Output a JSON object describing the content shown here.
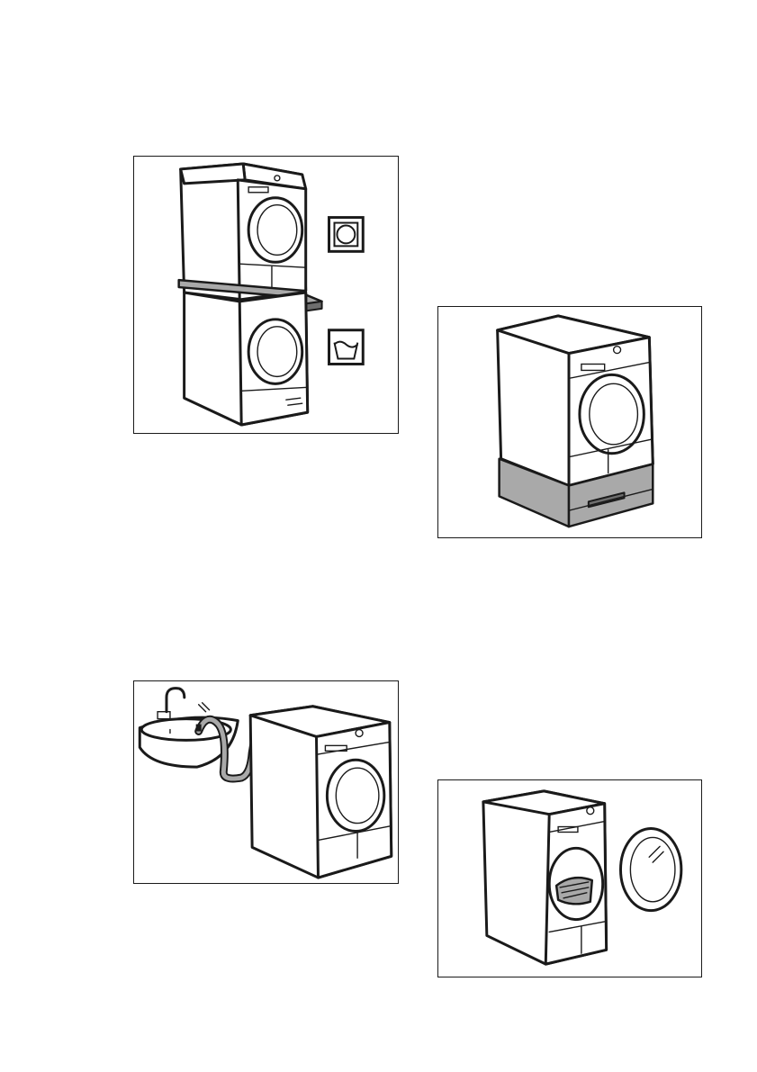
{
  "figures": [
    {
      "id": "stacking-kit",
      "symbols": [
        "tumble-dryer-symbol",
        "washing-machine-symbol"
      ]
    },
    {
      "id": "pedestal-with-drawer"
    },
    {
      "id": "drain-hose-to-sink"
    },
    {
      "id": "dryer-door-open"
    }
  ],
  "colors": {
    "line": "#1a1a1a",
    "shade": "#a9a9a9",
    "background": "#ffffff"
  }
}
